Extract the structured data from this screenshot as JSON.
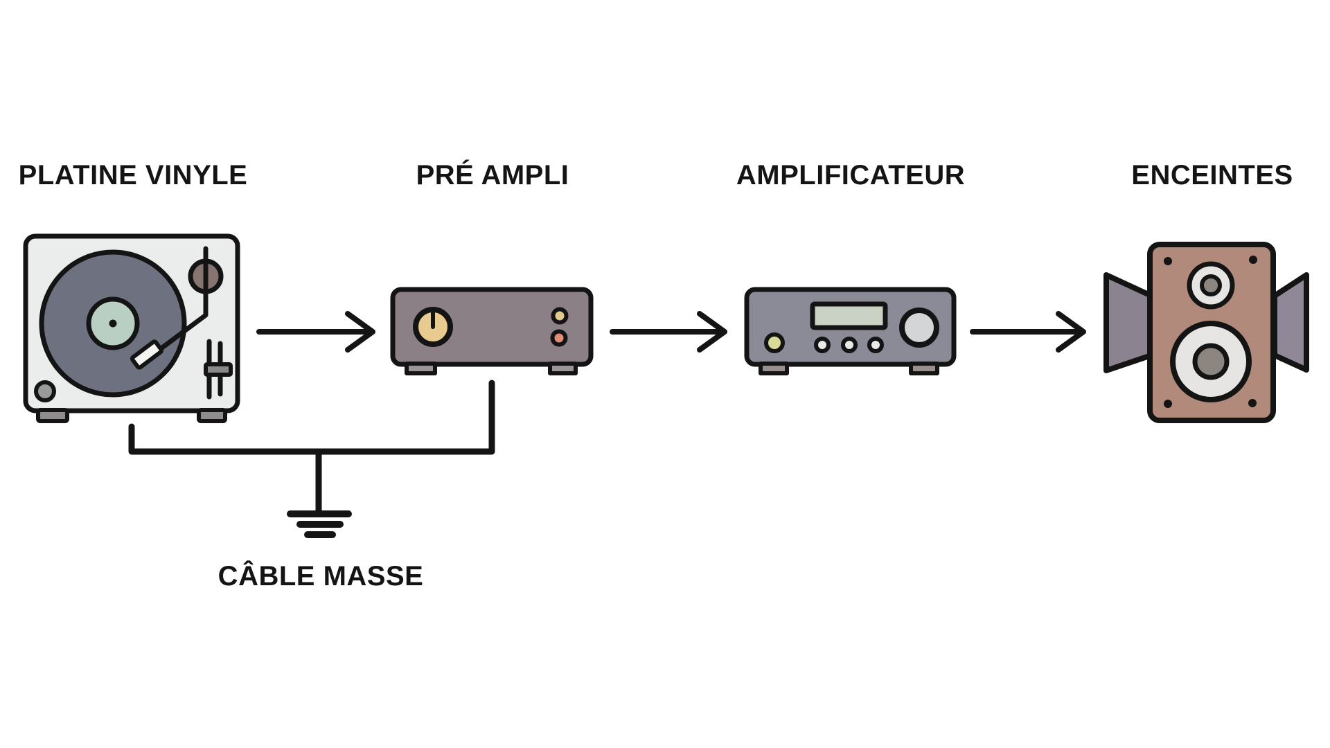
{
  "diagram_title": "",
  "nodes": [
    {
      "id": "turntable",
      "label": "PLATINE VINYLE",
      "icon": "turntable-icon"
    },
    {
      "id": "preamp",
      "label": "PRÉ AMPLI",
      "icon": "preamp-icon"
    },
    {
      "id": "amplifier",
      "label": "AMPLIFICATEUR",
      "icon": "amplifier-icon"
    },
    {
      "id": "speakers",
      "label": "ENCEINTES",
      "icon": "speaker-icon"
    }
  ],
  "connections": [
    {
      "from": "PLATINE VINYLE",
      "to": "PRÉ AMPLI",
      "type": "arrow"
    },
    {
      "from": "PRÉ AMPLI",
      "to": "AMPLIFICATEUR",
      "type": "arrow"
    },
    {
      "from": "AMPLIFICATEUR",
      "to": "ENCEINTES",
      "type": "arrow"
    }
  ],
  "ground": {
    "label": "CÂBLE MASSE",
    "from": "PLATINE VINYLE",
    "to": "PRÉ AMPLI",
    "symbol": "ground-symbol"
  },
  "colors": {
    "background": "#ffffff",
    "outline": "#141414",
    "turntable_body": "#ebedec",
    "record": "#6e7280",
    "record_label": "#bacfc4",
    "counterweight": "#877571",
    "headshell": "#f4f4f2",
    "turntable_foot": "#8f8d8d",
    "slider_handle": "#8a8a8a",
    "corner_knob": "#9a9a9a",
    "preamp_body": "#8a8085",
    "preamp_knob": "#e9cb8f",
    "preamp_led_top": "#e3c98e",
    "preamp_led_bottom": "#e08d76",
    "preamp_foot": "#9b9598",
    "amp_body": "#8a8b97",
    "amp_display": "#c9d2c4",
    "amp_knob": "#d3d5d7",
    "amp_button_yellow": "#d9dc96",
    "amp_button_small": "#e9e9e9",
    "amp_foot": "#9a8f8c",
    "speaker_cabinet": "#b28a7c",
    "speaker_wing_left": "#8c8390",
    "speaker_wing_right": "#918897",
    "speaker_cone_outer": "#e6e5e3",
    "speaker_cone_inner": "#8d8680"
  }
}
